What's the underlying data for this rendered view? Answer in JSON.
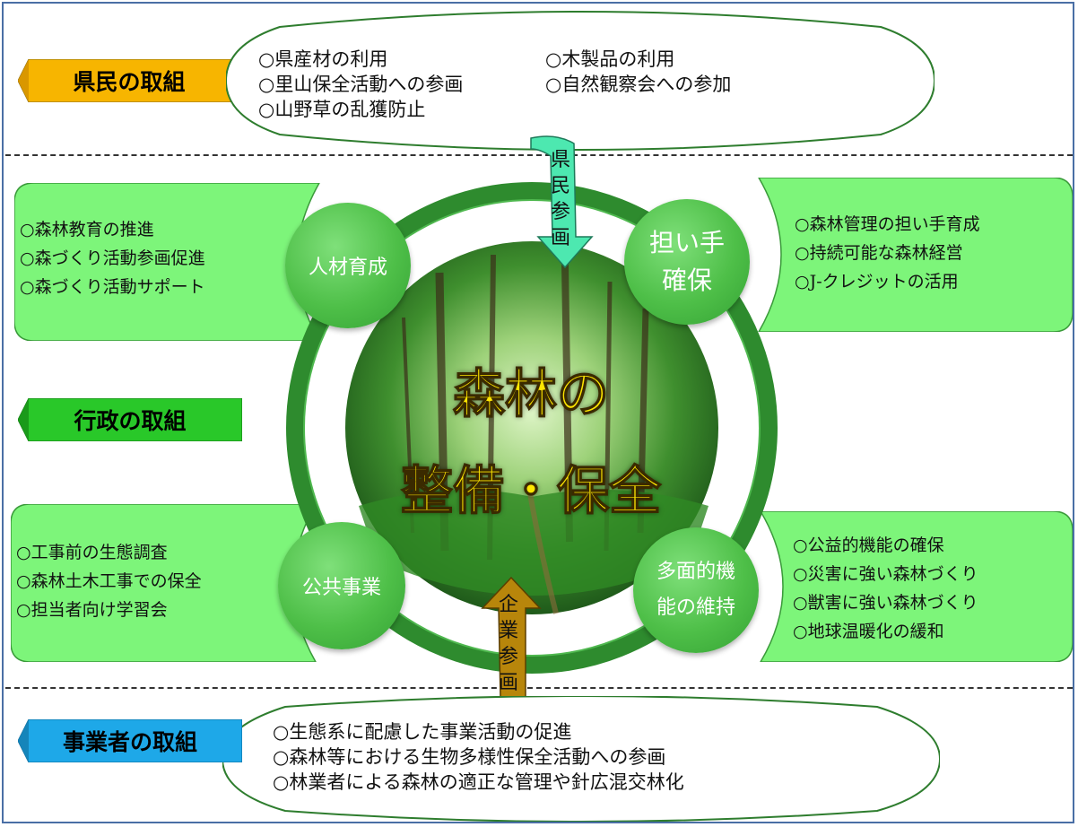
{
  "citizen": {
    "label": "県民の取組",
    "items_col1": [
      "○県産材の利用",
      "○里山保全活動への参画",
      "○山野草の乱獲防止"
    ],
    "items_col2": [
      "○木製品の利用",
      "○自然観察会への参加"
    ]
  },
  "government": {
    "label": "行政の取組",
    "boxes": {
      "top_left": [
        "○森林教育の推進",
        "○森づくり活動参画促進",
        "○森づくり活動サポート"
      ],
      "top_right": [
        "○森林管理の担い手育成",
        "○持続可能な森林経営",
        "○J-クレジットの活用"
      ],
      "bottom_left": [
        "○工事前の生態調査",
        "○森林土木工事での保全",
        "○担当者向け学習会"
      ],
      "bottom_right": [
        "○公益的機能の確保",
        "○災害に強い森林づくり",
        "○獣害に強い森林づくり",
        "○地球温暖化の緩和"
      ]
    },
    "circles": {
      "top_left": "人材育成",
      "top_right_l1": "担い手",
      "top_right_l2": "確保",
      "bottom_left": "公共事業",
      "bottom_right_l1": "多面的機",
      "bottom_right_l2": "能の維持"
    }
  },
  "center": {
    "line1": "森林の",
    "line2": "整備・保全"
  },
  "arrows": {
    "citizen": [
      "県",
      "民",
      "参",
      "画"
    ],
    "business": [
      "企",
      "業",
      "参",
      "画"
    ]
  },
  "business": {
    "label": "事業者の取組",
    "items": [
      "○生態系に配慮した事業活動の促進",
      "○森林等における生物多様性保全活動への参画",
      "○林業者による森林の適正な管理や針広混交林化"
    ]
  },
  "colors": {
    "citizen_tag": "#f7b500",
    "government_tag": "#29c829",
    "business_tag": "#1ea8e8",
    "box_green": "#7df57a",
    "ring_green": "#2e8b2e",
    "citizen_arrow": "#4de8b0",
    "business_arrow": "#b8860b",
    "title_yellow": "#ffe600"
  }
}
